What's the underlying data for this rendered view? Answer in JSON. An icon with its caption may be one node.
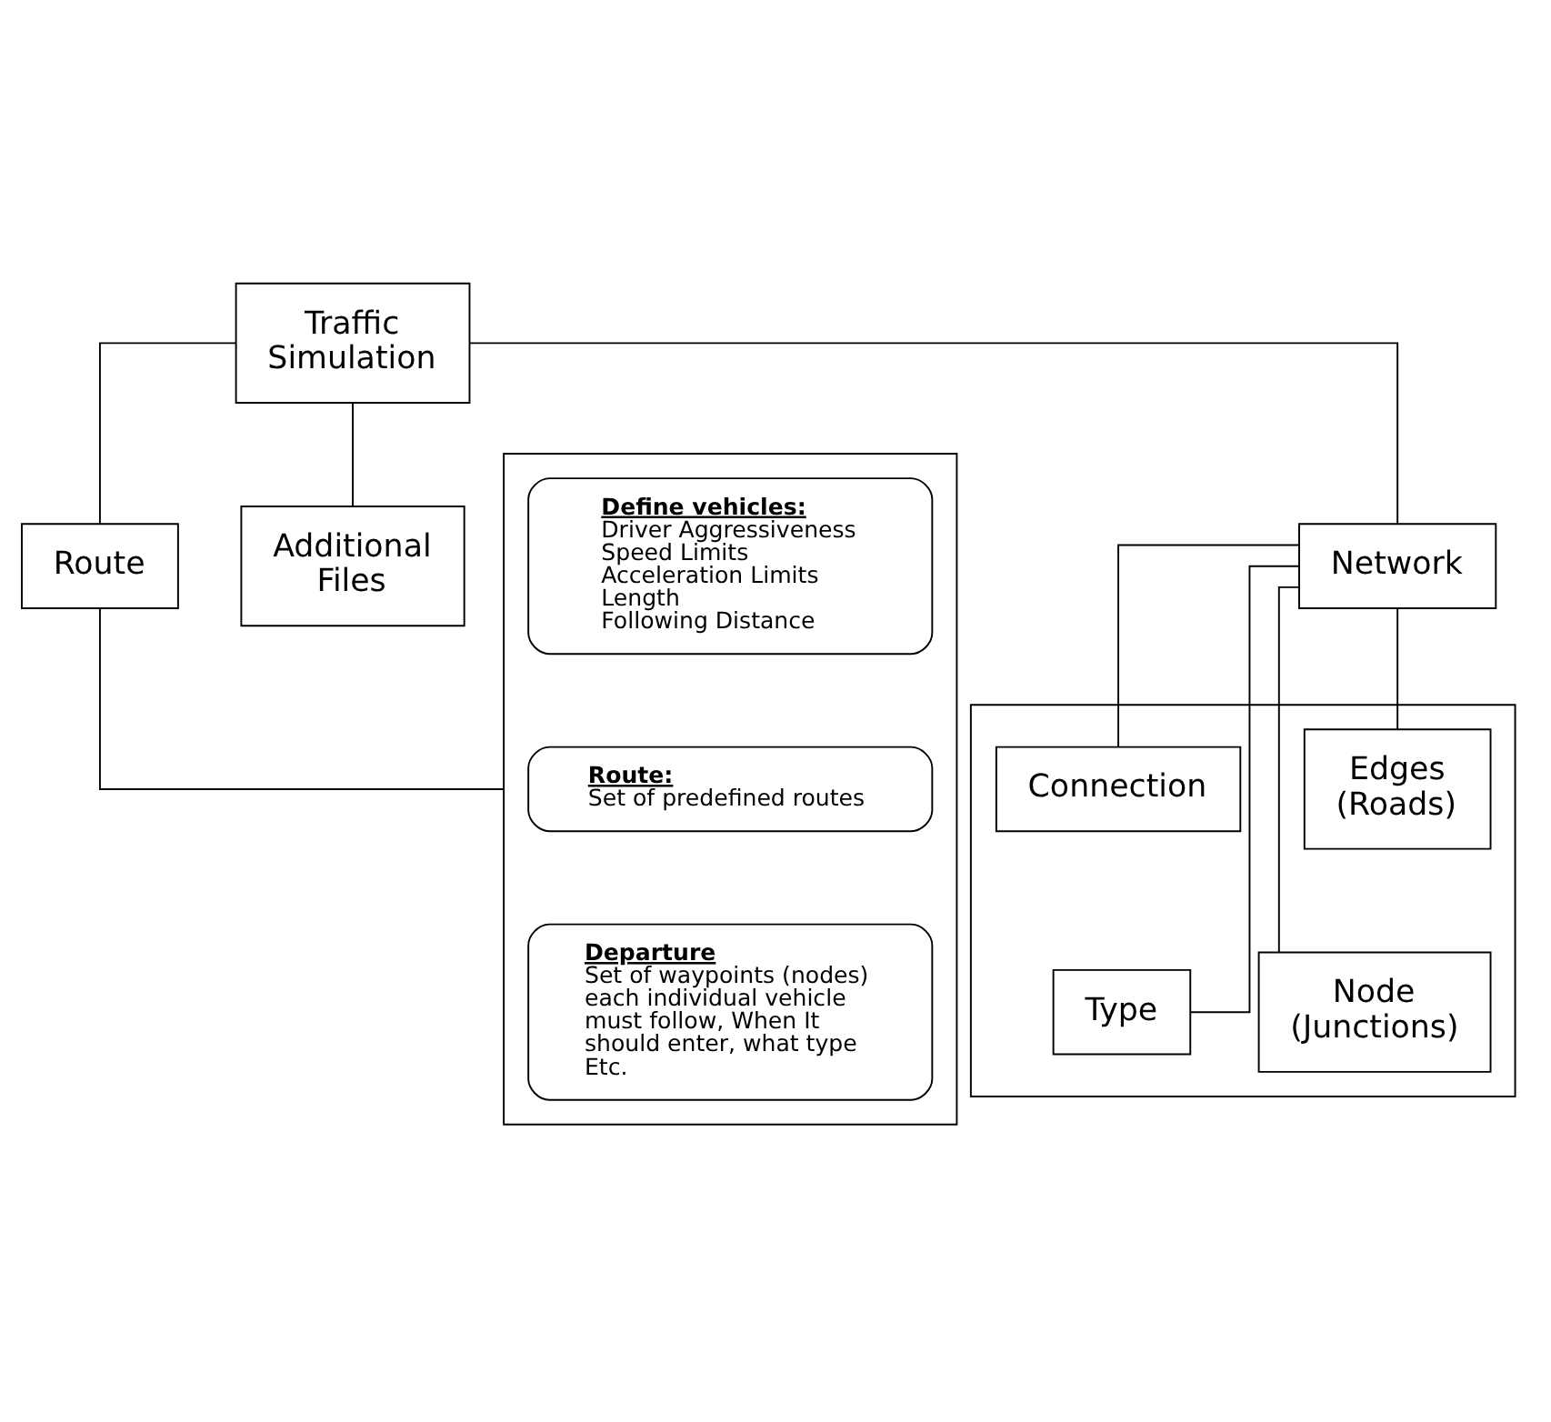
{
  "diagram": {
    "nodes": [
      {
        "text": [
          "Traffic Simulation"
        ]
      },
      {
        "text": [
          "Route"
        ]
      },
      {
        "text": [
          "Additional Files"
        ]
      },
      {
        "text": [
          "Network"
        ]
      },
      {
        "text": [],
        "shape": "box"
      },
      {
        "text": [
          "Define vehicles:",
          "Driver Aggressiveness",
          "Speed Limits",
          "Acceleration Limits",
          "Length",
          "Following Distance"
        ],
        "in": 4
      },
      {
        "text": [
          "Route:",
          "Set of predefined routes"
        ],
        "in": 4
      },
      {
        "text": [
          "Departure",
          "Set of waypoints (nodes) each individual vehicle must follow, When It should enter, what type Etc."
        ],
        "in": 4
      },
      {
        "text": [],
        "shape": "box"
      },
      {
        "text": [
          "Connection"
        ],
        "in": 8
      },
      {
        "text": [
          "Edges (Roads)"
        ],
        "in": 8
      },
      {
        "text": [
          "Type"
        ],
        "in": 8
      },
      {
        "text": [
          "Node (Junctions)"
        ],
        "in": 8
      }
    ],
    "edges": [
      {
        "from": 0,
        "to": 1,
        "arrow": "none"
      },
      {
        "from": 0,
        "to": 2,
        "arrow": "none"
      },
      {
        "from": 0,
        "to": 3,
        "arrow": "none"
      },
      {
        "from": 1,
        "to": 4,
        "arrow": "none"
      },
      {
        "from": 3,
        "to": 9,
        "arrow": "none"
      },
      {
        "from": 3,
        "to": 10,
        "arrow": "none"
      },
      {
        "from": 3,
        "to": 11,
        "arrow": "none"
      },
      {
        "from": 3,
        "to": 12,
        "arrow": "none"
      }
    ]
  }
}
